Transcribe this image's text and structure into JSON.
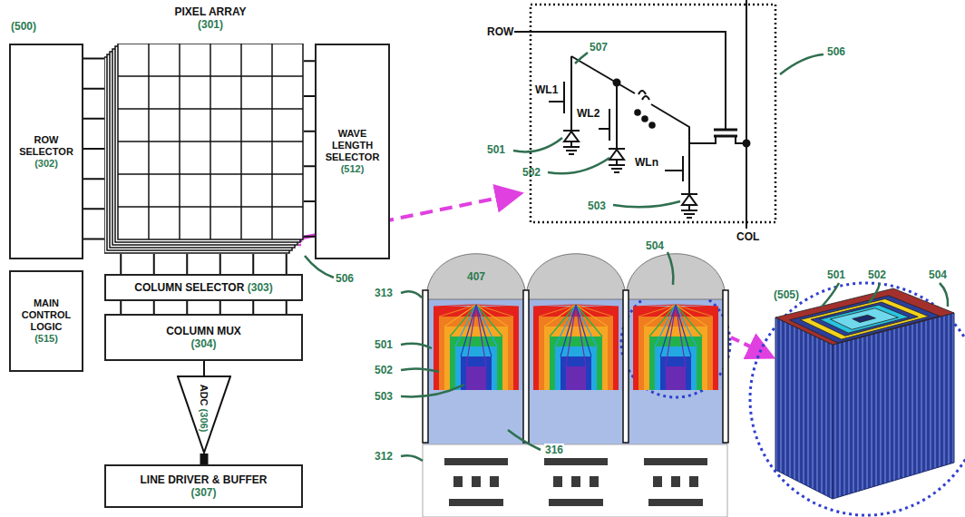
{
  "diagram": {
    "nodes": [
      {
        "text": [
          "ROW SELECTOR",
          "(302)"
        ]
      },
      {
        "text": [
          "PIXEL ARRAY",
          "(301)"
        ]
      },
      {
        "text": [
          "WAVE LENGTH SELECTOR",
          "(512)"
        ]
      },
      {
        "text": [
          "MAIN CONTROL LOGIC",
          "(515)"
        ]
      },
      {
        "text": [
          "COLUMN SELECTOR",
          "(303)"
        ]
      },
      {
        "text": [
          "COLUMN MUX",
          "(304)"
        ]
      },
      {
        "text": [
          "ADC",
          "(306)"
        ]
      },
      {
        "text": [
          "LINE DRIVER & BUFFER",
          "(307)"
        ]
      }
    ],
    "edges": [
      {
        "from": 0,
        "to": 1,
        "arrow": "none"
      },
      {
        "from": 2,
        "to": 1,
        "arrow": "none"
      },
      {
        "from": 1,
        "to": 4,
        "arrow": "none"
      },
      {
        "from": 4,
        "to": 5,
        "arrow": "none"
      },
      {
        "from": 5,
        "to": 6,
        "arrow": "none"
      },
      {
        "from": 6,
        "to": 7,
        "arrow": "none"
      }
    ],
    "labels": [
      "(500)",
      "506",
      "ROW",
      "COL",
      "507",
      "WL1",
      "WL2",
      "WLn",
      "501",
      "502",
      "503",
      "506",
      "407",
      "504",
      "313",
      "501",
      "502",
      "503",
      "316",
      "312",
      "(505)",
      "501",
      "502",
      "504"
    ]
  }
}
